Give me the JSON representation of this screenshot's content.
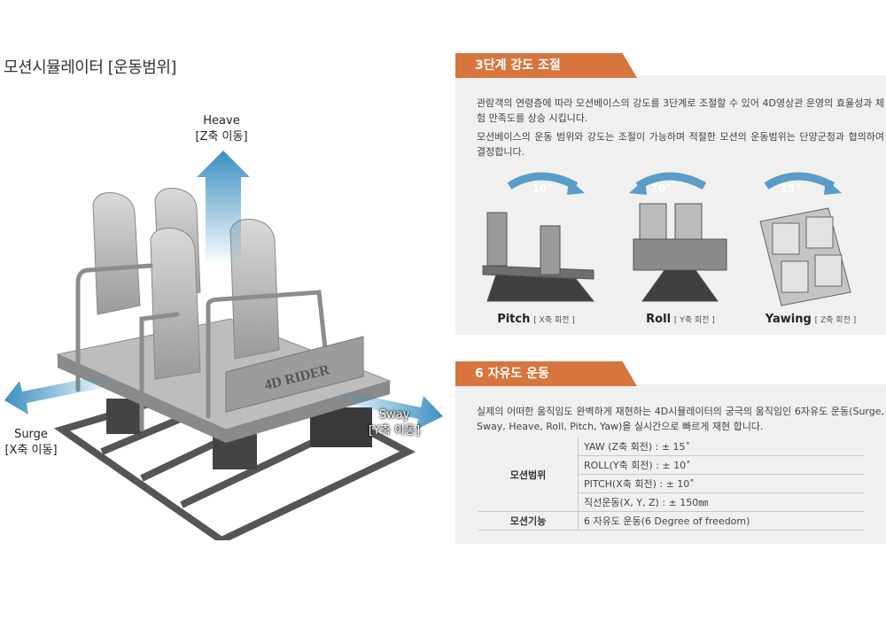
{
  "page_title": "모션시뮬레이터 [운동범위]",
  "axes": {
    "heave": {
      "name": "Heave",
      "axis": "[Z축 이동]"
    },
    "surge": {
      "name": "Surge",
      "axis": "[X축 이동]"
    },
    "sway": {
      "name": "Sway",
      "axis": "[Y축 이동]"
    }
  },
  "ride_brand": "4D RIDER",
  "section1": {
    "tab": "3단계 강도 조절",
    "paragraphs": [
      "관람객의 연령층에 따라 모션베이스의 강도를 3단계로 조절할 수 있어 4D영상관 운영의 효율성과 체험 만족도를 상승 시킵니다.",
      "모션베이스의 운동 범위와 강도는 조절이 가능하며 적절한 모션의 운동범위는 단양군청과 협의하여 결정합니다."
    ],
    "rotations": [
      {
        "angle": "10°",
        "name": "Pitch",
        "axis": "[ X축 회전 ]"
      },
      {
        "angle": "10°",
        "name": "Roll",
        "axis": "[ Y축 회전 ]"
      },
      {
        "angle": "15°",
        "name": "Yawing",
        "axis": "[ Z축 회전 ]"
      }
    ]
  },
  "section2": {
    "tab": "6 자유도 운동",
    "paragraph": "실제의 어떠한 움직임도 완벽하게 재현하는 4D시뮬레이터의 궁극의 움직임인 6자유도 운동(Surge, Sway, Heave, Roll, Pitch, Yaw)을 실시간으로 빠르게 재현 합니다.",
    "table": {
      "range_header": "모션범위",
      "range_rows": [
        "YAW (Z축 회전) : ± 15˚",
        "ROLL(Y축 회전) : ± 10˚",
        "PITCH(X축 회전) : ± 10˚",
        "직선운동(X, Y, Z) : ± 150㎜"
      ],
      "function_header": "모션기능",
      "function_value": "6 자유도 운동(6 Degree of freedom)"
    }
  },
  "colors": {
    "accent": "#d8743e",
    "arrow": "#3b8fc0",
    "panel": "#f0f0f0"
  }
}
